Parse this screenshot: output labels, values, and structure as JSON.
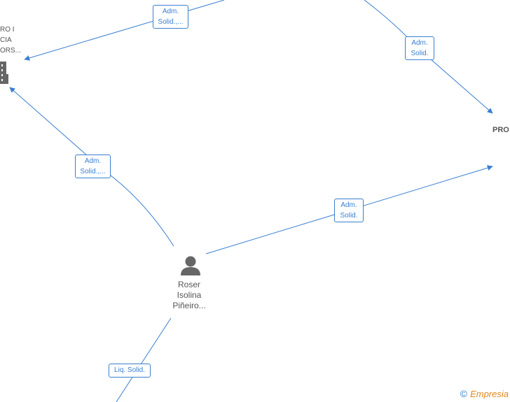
{
  "diagram": {
    "edge_color": "#3a7fcf",
    "node_color": "#666666",
    "edges": [
      {
        "id": "e1",
        "label": "Adm.\nSolid.,..."
      },
      {
        "id": "e2",
        "label": "Adm.\nSolid."
      },
      {
        "id": "e3",
        "label": "Adm.\nSolid.,..."
      },
      {
        "id": "e4",
        "label": "Adm.\nSolid."
      },
      {
        "id": "e5",
        "label": "Liq.  Solid."
      }
    ],
    "nodes": {
      "person": {
        "label": "Roser\nIsolina\nPiñeiro...",
        "icon": "person-icon"
      },
      "company_left": {
        "label": "RO I\nCIA\nORS...",
        "icon": "building-icon"
      },
      "company_right": {
        "label": "PRO"
      }
    }
  },
  "brand": {
    "copyright": "©",
    "name": "Empresia"
  }
}
